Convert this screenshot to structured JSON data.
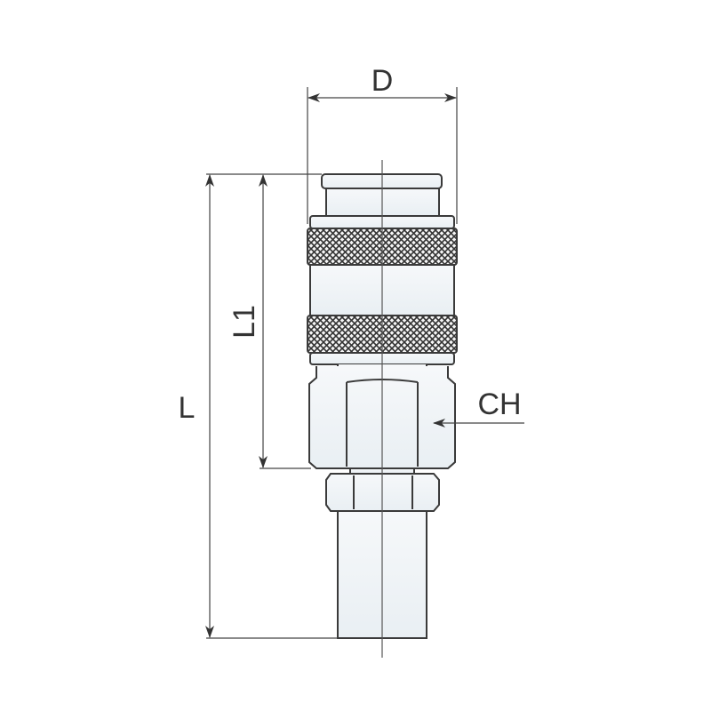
{
  "drawing": {
    "labels": {
      "diameter": "D",
      "length": "L",
      "length1": "L1",
      "hex": "CH"
    },
    "colors": {
      "outline": "#3a3a3a",
      "fill": "#eef3f6",
      "dimension": "#444444"
    }
  }
}
